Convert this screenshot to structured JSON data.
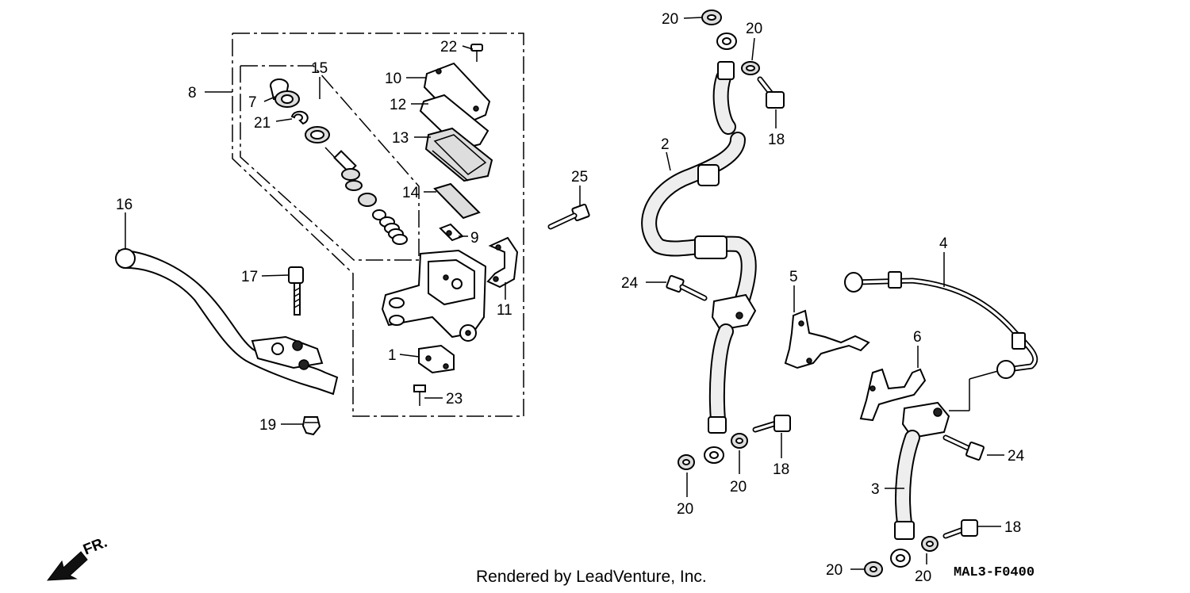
{
  "diagram": {
    "callouts": {
      "p1": "1",
      "p2": "2",
      "p3": "3",
      "p4": "4",
      "p5": "5",
      "p6": "6",
      "p7": "7",
      "p8": "8",
      "p9": "9",
      "p10": "10",
      "p11": "11",
      "p12": "12",
      "p13": "13",
      "p14": "14",
      "p15": "15",
      "p16": "16",
      "p17": "17",
      "p18": "18",
      "p19": "19",
      "p20": "20",
      "p21": "21",
      "p22": "22",
      "p23": "23",
      "p24": "24",
      "p25": "25"
    },
    "front_arrow_label": "FR.",
    "diagram_code": "MAL3-F0400"
  },
  "footer": {
    "credit": "Rendered by LeadVenture, Inc."
  }
}
